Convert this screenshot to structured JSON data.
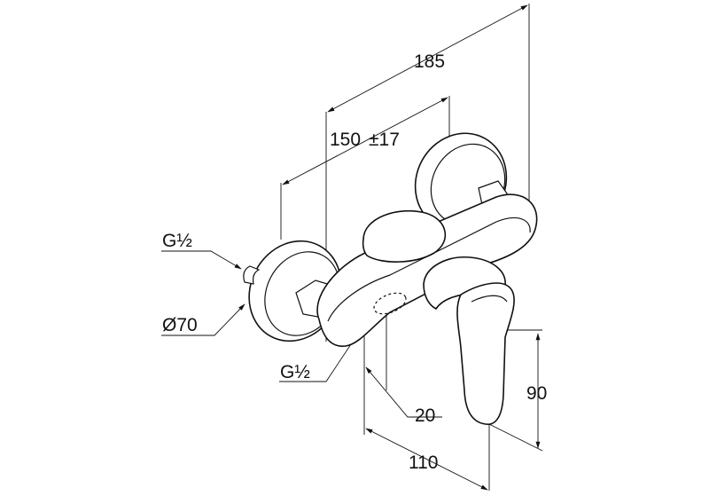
{
  "labels": {
    "overall_width": "185",
    "center_distance": "150",
    "center_tolerance": "±17",
    "inlet_thread": "G½",
    "rosette_diameter": "Ø70",
    "outlet_thread": "G½",
    "outlet_offset": "20",
    "depth": "110",
    "lever_height": "90"
  }
}
